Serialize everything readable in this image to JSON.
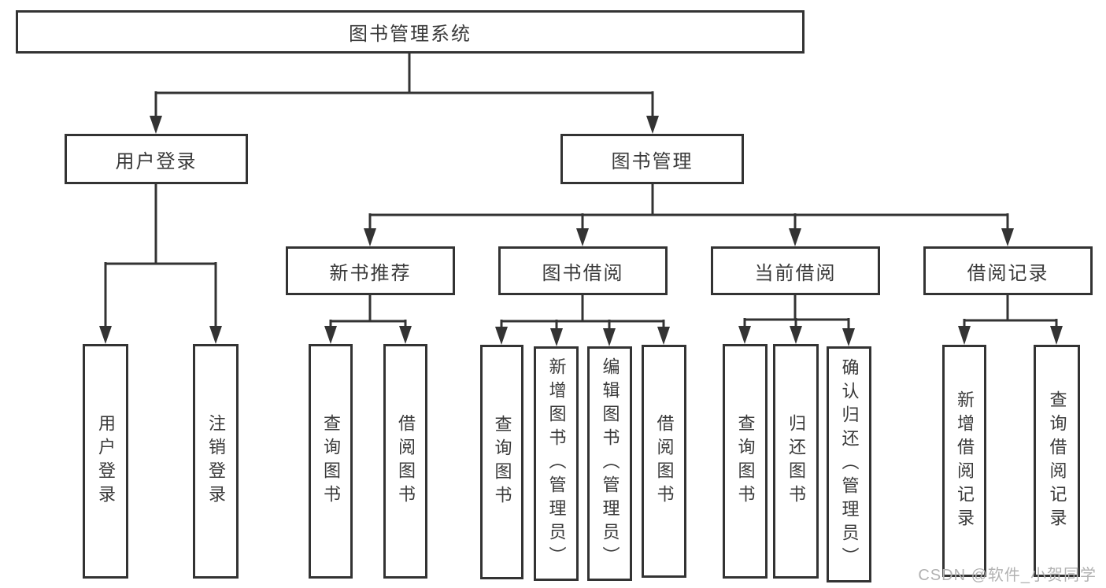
{
  "diagram": {
    "type": "hierarchy-tree",
    "root": {
      "label": "图书管理系统",
      "children": [
        {
          "label": "用户登录",
          "children": [
            {
              "label": "用户登录"
            },
            {
              "label": "注销登录"
            }
          ]
        },
        {
          "label": "图书管理",
          "children": [
            {
              "label": "新书推荐",
              "children": [
                {
                  "label": "查询图书"
                },
                {
                  "label": "借阅图书"
                }
              ]
            },
            {
              "label": "图书借阅",
              "children": [
                {
                  "label": "查询图书"
                },
                {
                  "label": "新增图书（管理员）"
                },
                {
                  "label": "编辑图书（管理员）"
                },
                {
                  "label": "借阅图书"
                }
              ]
            },
            {
              "label": "当前借阅",
              "children": [
                {
                  "label": "查询图书"
                },
                {
                  "label": "归还图书"
                },
                {
                  "label": "确认归还（管理员）"
                }
              ]
            },
            {
              "label": "借阅记录",
              "children": [
                {
                  "label": "新增借阅记录"
                },
                {
                  "label": "查询借阅记录"
                }
              ]
            }
          ]
        }
      ]
    },
    "colors": {
      "line": "#333333",
      "box_border": "#333333",
      "box_fill": "#ffffff",
      "text": "#3a3a3a",
      "background": "#ffffff"
    }
  },
  "watermark": {
    "text": "CSDN @软件_小贺同学",
    "color": "#b2b2b2"
  }
}
